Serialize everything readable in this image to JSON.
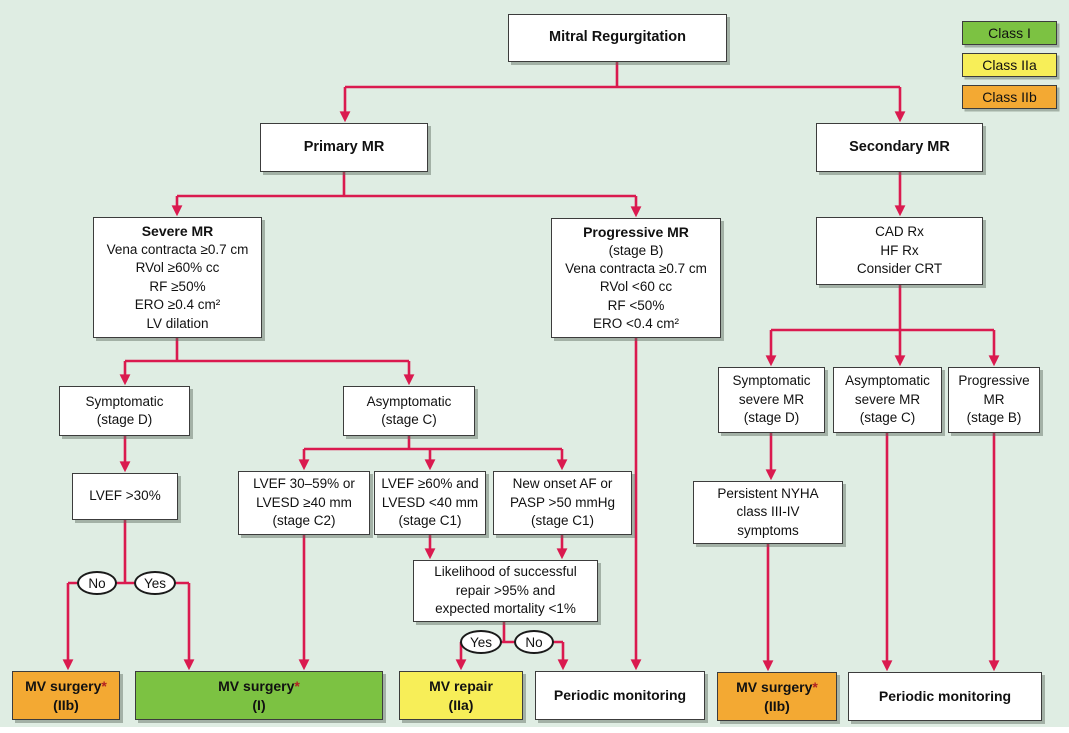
{
  "colors": {
    "background": "#dfede3",
    "arrow": "#da1a4f",
    "box_border": "#3c3c3c",
    "class_i_green": "#7cc242",
    "class_iia_yellow": "#f7ee58",
    "class_iib_orange": "#f3a933"
  },
  "legend": {
    "items": [
      {
        "label": "Class I",
        "color": "#7cc242"
      },
      {
        "label": "Class IIa",
        "color": "#f7ee58"
      },
      {
        "label": "Class IIb",
        "color": "#f3a933"
      }
    ]
  },
  "labels": {
    "yes": "Yes",
    "no": "No"
  },
  "nodes": {
    "mitral": {
      "title": "Mitral Regurgitation"
    },
    "primary": {
      "title": "Primary MR"
    },
    "secondary": {
      "title": "Secondary MR"
    },
    "severe": {
      "title": "Severe MR",
      "lines": [
        "Vena contracta ≥0.7 cm",
        "RVol ≥60% cc",
        "RF ≥50%",
        "ERO ≥0.4 cm²",
        "LV dilation"
      ]
    },
    "progressive": {
      "title": "Progressive MR",
      "lines": [
        "(stage B)",
        "Vena contracta ≥0.7 cm",
        "RVol <60 cc",
        "RF <50%",
        "ERO <0.4 cm²"
      ]
    },
    "cad": {
      "lines": [
        "CAD Rx",
        "HF Rx",
        "Consider CRT"
      ]
    },
    "symptomatic_d": {
      "lines": [
        "Symptomatic",
        "(stage D)"
      ]
    },
    "asymptomatic_c": {
      "lines": [
        "Asymptomatic",
        "(stage C)"
      ]
    },
    "lvef30": {
      "lines": [
        "LVEF >30%"
      ]
    },
    "stage_c2": {
      "lines": [
        "LVEF 30–59% or",
        "LVESD ≥40 mm",
        "(stage C2)"
      ]
    },
    "stage_c1_echo": {
      "lines": [
        "LVEF ≥60% and",
        "LVESD <40 mm",
        "(stage C1)"
      ]
    },
    "stage_c1_af": {
      "lines": [
        "New onset AF or",
        "PASP >50 mmHg",
        "(stage C1)"
      ]
    },
    "likelihood": {
      "lines": [
        "Likelihood of successful",
        "repair >95% and",
        "expected mortality <1%"
      ]
    },
    "symptomatic_severe": {
      "lines": [
        "Symptomatic",
        "severe MR",
        "(stage D)"
      ]
    },
    "asymptomatic_severe": {
      "lines": [
        "Asymptomatic",
        "severe MR",
        "(stage C)"
      ]
    },
    "progressive_b": {
      "lines": [
        "Progressive",
        "MR",
        "(stage B)"
      ]
    },
    "nyha": {
      "lines": [
        "Persistent NYHA",
        "class III-IV",
        "symptoms"
      ]
    },
    "mv_surgery_iib_left": {
      "label": "MV surgery",
      "footnote": "*",
      "cls": "(IIb)"
    },
    "mv_surgery_i": {
      "label": "MV surgery",
      "footnote": "*",
      "cls": "(I)"
    },
    "mv_repair_iia": {
      "label": "MV repair",
      "cls": "(IIa)"
    },
    "periodic_monitoring_left": {
      "title": "Periodic monitoring"
    },
    "mv_surgery_iib_right": {
      "label": "MV surgery",
      "footnote": "*",
      "cls": "(IIb)"
    },
    "periodic_monitoring_right": {
      "title": "Periodic monitoring"
    }
  }
}
